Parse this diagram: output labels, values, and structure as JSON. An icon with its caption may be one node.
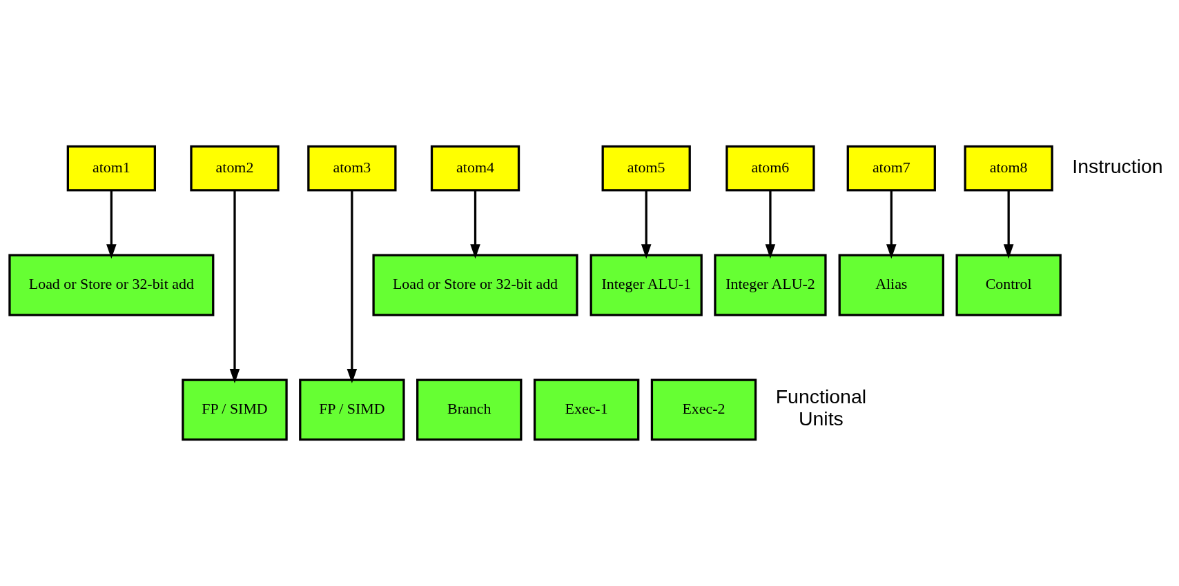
{
  "diagram": {
    "nodes": [
      {
        "text": [
          "atom1"
        ]
      },
      {
        "text": [
          "atom2"
        ]
      },
      {
        "text": [
          "atom3"
        ]
      },
      {
        "text": [
          "atom4"
        ]
      },
      {
        "text": [
          "atom5"
        ]
      },
      {
        "text": [
          "atom6"
        ]
      },
      {
        "text": [
          "atom7"
        ]
      },
      {
        "text": [
          "atom8"
        ]
      },
      {
        "text": [
          "Load or Store or 32-bit add"
        ]
      },
      {
        "text": [
          "Load or Store or 32-bit add"
        ]
      },
      {
        "text": [
          "Integer ALU-1"
        ]
      },
      {
        "text": [
          "Integer ALU-2"
        ]
      },
      {
        "text": [
          "Alias"
        ]
      },
      {
        "text": [
          "Control"
        ]
      },
      {
        "text": [
          "FP / SIMD"
        ]
      },
      {
        "text": [
          "FP / SIMD"
        ]
      },
      {
        "text": [
          "Branch"
        ]
      },
      {
        "text": [
          "Exec-1"
        ]
      },
      {
        "text": [
          "Exec-2"
        ]
      }
    ],
    "edges": [
      {
        "from": 0,
        "to": 8,
        "arrow": "to"
      },
      {
        "from": 1,
        "to": 14,
        "arrow": "to"
      },
      {
        "from": 2,
        "to": 15,
        "arrow": "to"
      },
      {
        "from": 3,
        "to": 9,
        "arrow": "to"
      },
      {
        "from": 4,
        "to": 10,
        "arrow": "to"
      },
      {
        "from": 5,
        "to": 11,
        "arrow": "to"
      },
      {
        "from": 6,
        "to": 12,
        "arrow": "to"
      },
      {
        "from": 7,
        "to": 13,
        "arrow": "to"
      }
    ],
    "labels": [
      "Instruction",
      "Functional Units"
    ]
  }
}
